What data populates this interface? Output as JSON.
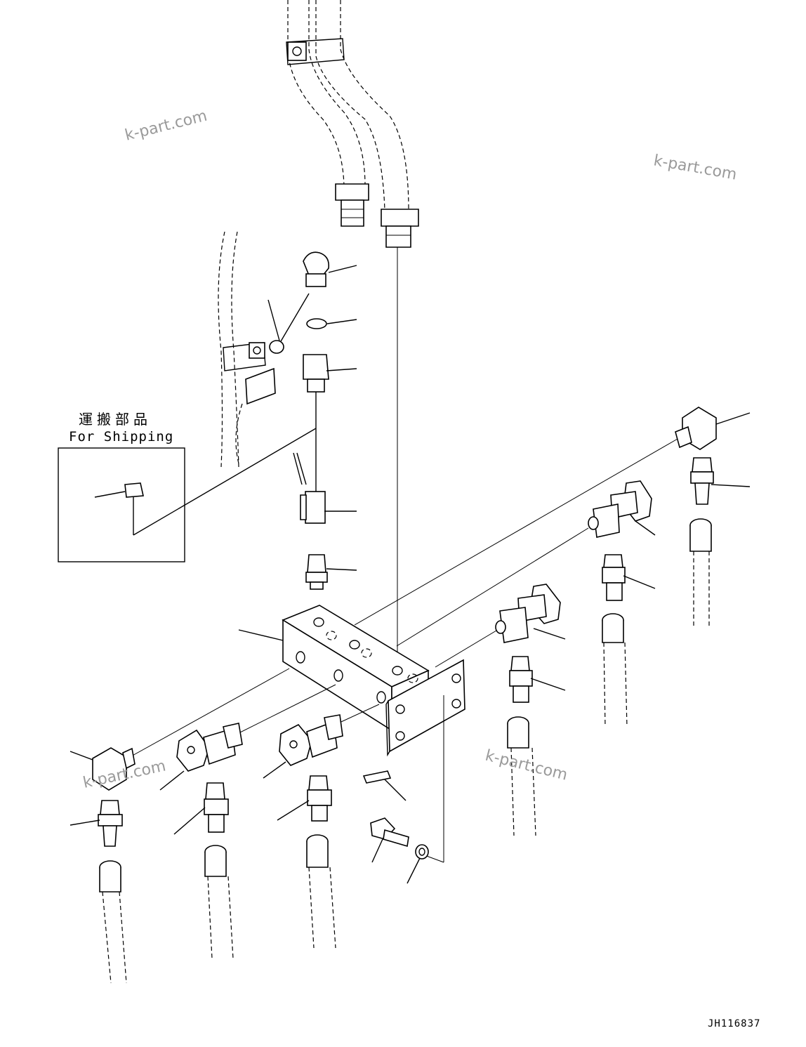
{
  "drawing": {
    "shipping_label_jp": "運搬部品",
    "shipping_label_en": "For Shipping",
    "drawing_code": "JH116837"
  },
  "watermarks": [
    {
      "text": "k-part.com"
    },
    {
      "text": "k-part.com"
    },
    {
      "text": "k-part.com"
    },
    {
      "text": "k-part.com"
    }
  ],
  "colors": {
    "line": "#000000",
    "watermark": "#9a9a9a",
    "background": "#ffffff"
  }
}
